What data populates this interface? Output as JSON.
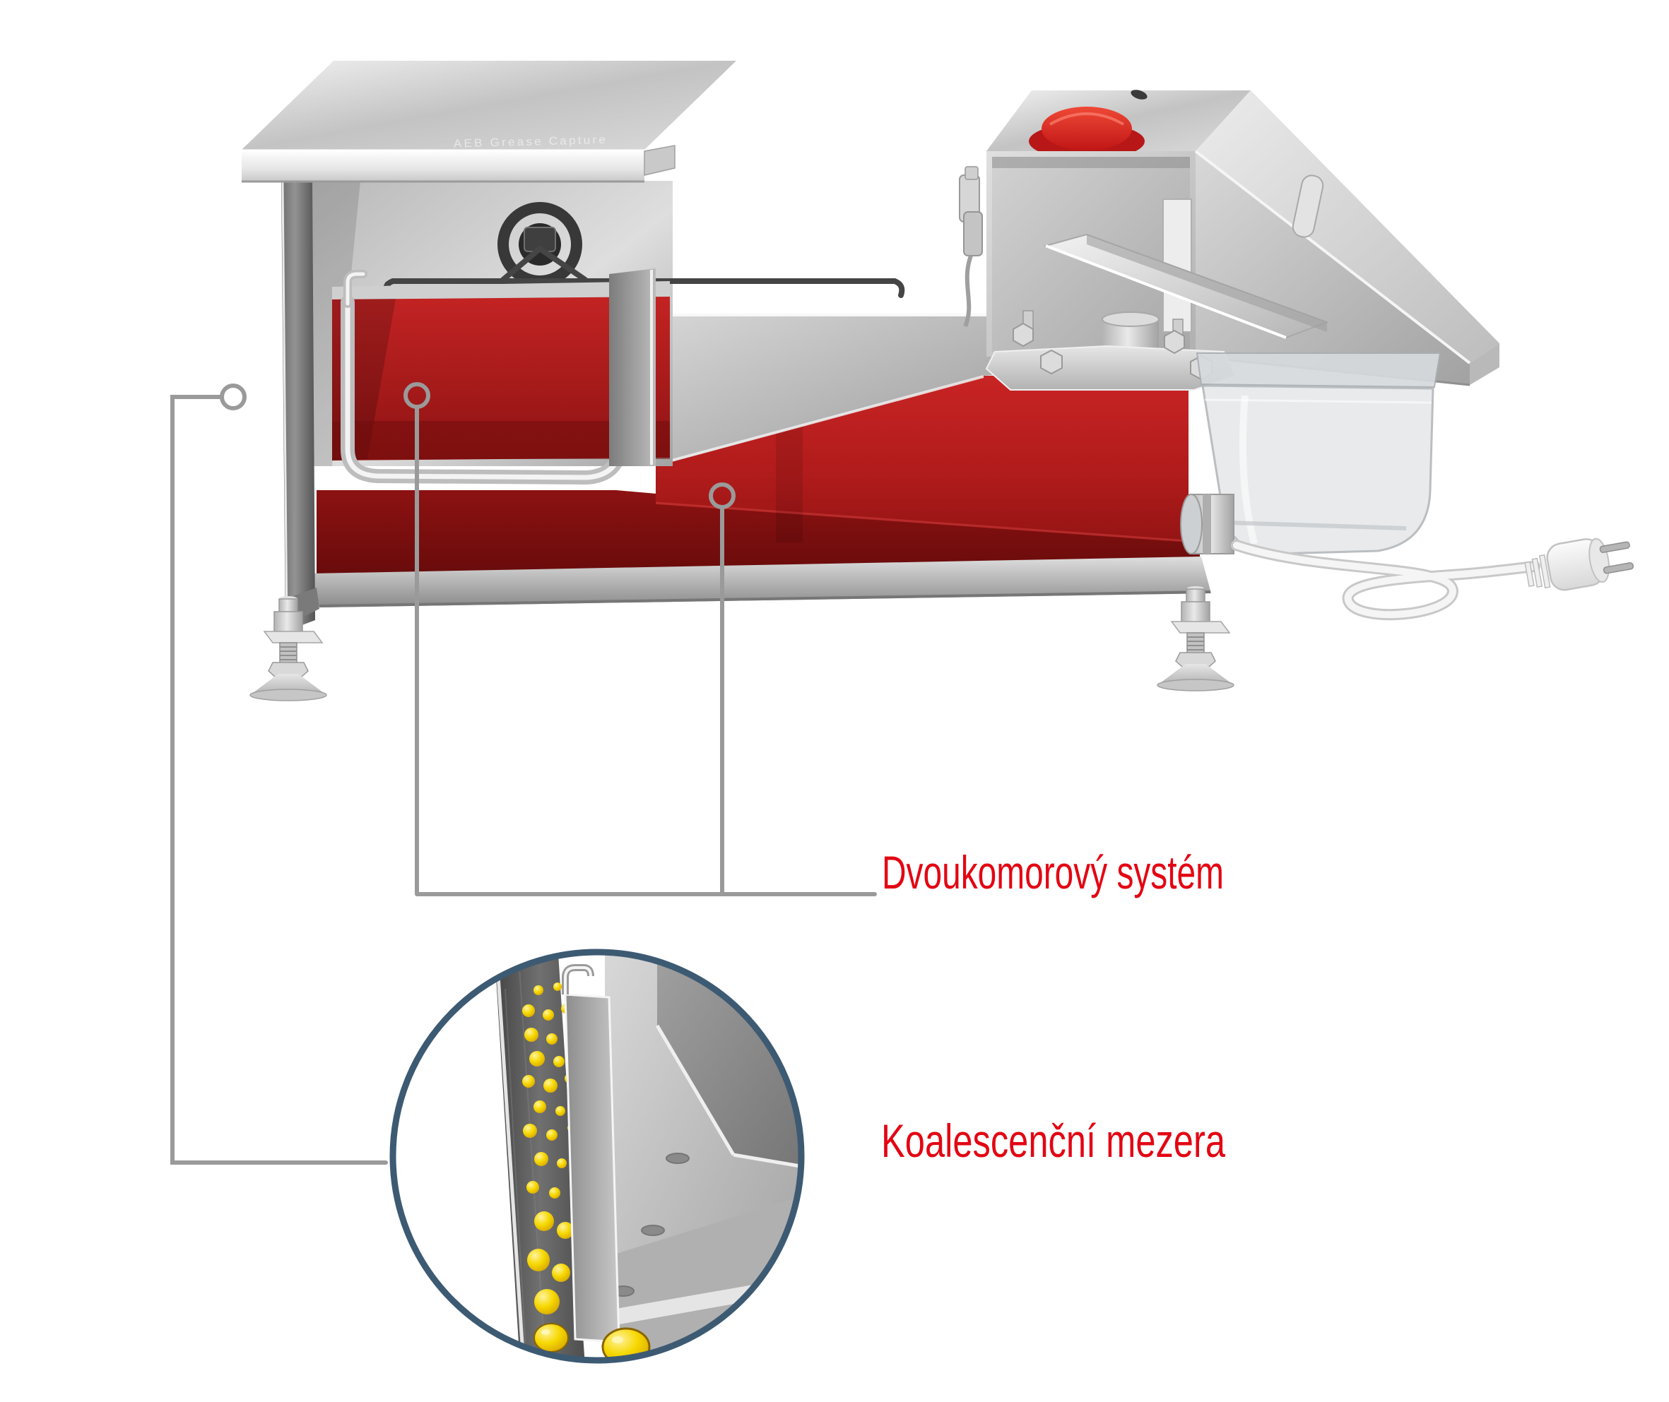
{
  "machine": {
    "lid_text": "AEB Grease Capture",
    "description": "stainless-steel grease capture separator shown in cutaway with red liquid chambers"
  },
  "callouts": {
    "two_chamber": {
      "label": "Dvoukomorový systém",
      "color": "#e30613"
    },
    "coalescence": {
      "label": "Koalescenční mezera",
      "color": "#e30613"
    }
  },
  "detail_view": {
    "name": "coalescence-gap-magnified-view",
    "border_color": "#3d5a73",
    "droplet_color": "#f2d000"
  },
  "palette": {
    "label_red": "#e30613",
    "chamber_red_bright": "#c02020",
    "chamber_red_dark": "#7c1010",
    "steel_light": "#d9d9d9",
    "steel_dark": "#6e6e6e",
    "callout_line": "#9a9a9a",
    "background": "#ffffff"
  }
}
